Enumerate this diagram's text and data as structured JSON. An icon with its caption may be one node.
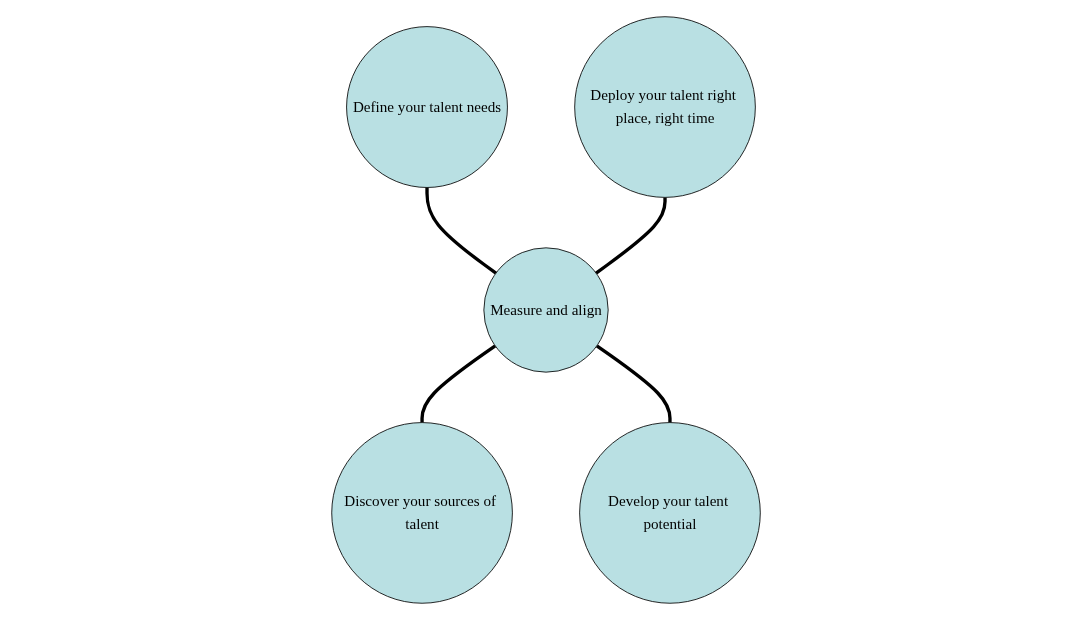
{
  "diagram": {
    "nodes": [
      {
        "text": [
          "Define your talent needs"
        ]
      },
      {
        "text": [
          "Deploy your talent right place, right time"
        ]
      },
      {
        "text": [
          "Measure and align"
        ]
      },
      {
        "text": [
          "Discover your sources of talent"
        ]
      },
      {
        "text": [
          "Develop your talent potential"
        ]
      }
    ],
    "edges": [
      {
        "from": 0,
        "to": 2,
        "arrow": "none"
      },
      {
        "from": 1,
        "to": 2,
        "arrow": "none"
      },
      {
        "from": 2,
        "to": 3,
        "arrow": "none"
      },
      {
        "from": 2,
        "to": 4,
        "arrow": "none"
      }
    ]
  }
}
